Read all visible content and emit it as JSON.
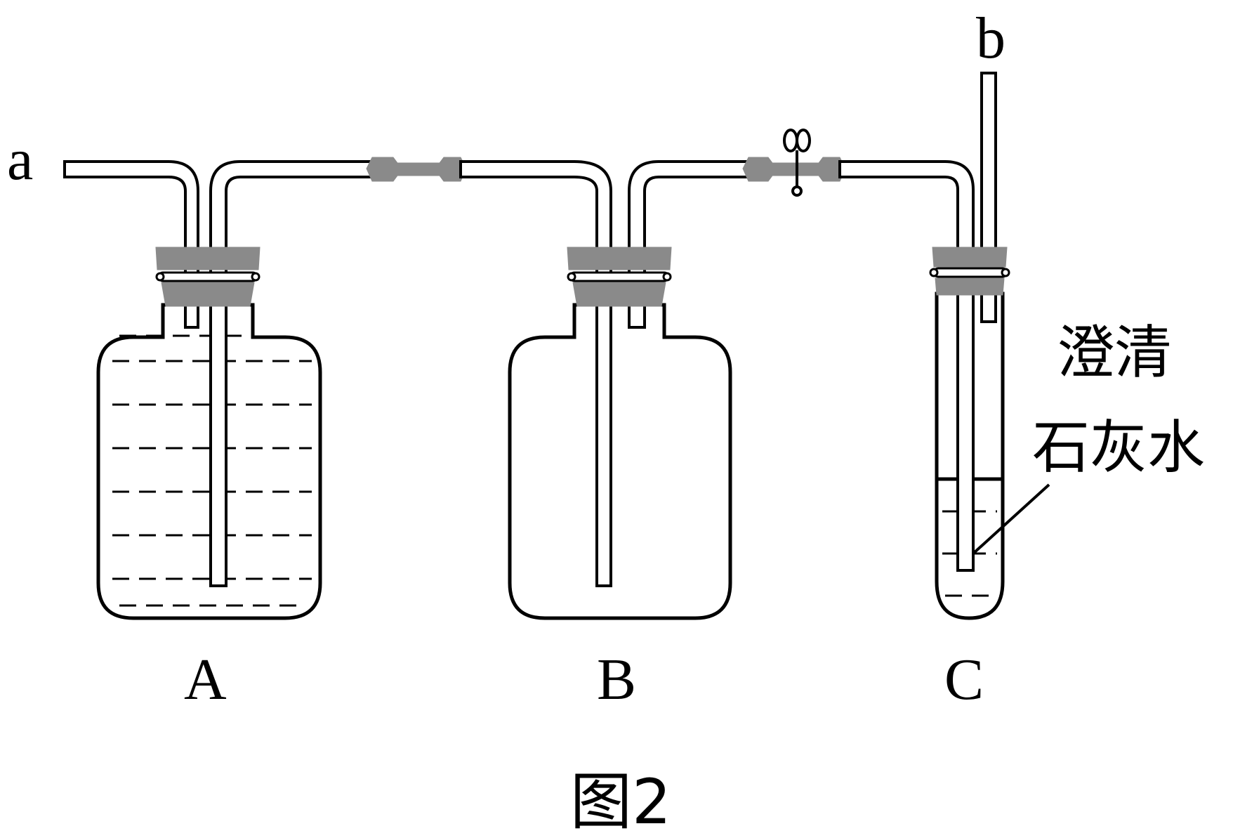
{
  "figure": {
    "caption": "图2",
    "inlet_label": "a",
    "outlet_label": "b",
    "vessels": [
      {
        "label": "A",
        "contents": "liquid"
      },
      {
        "label": "B",
        "contents": "empty"
      },
      {
        "label": "C",
        "contents": "liquid",
        "annotation_line1": "澄清",
        "annotation_line2": "石灰水"
      }
    ],
    "connectors": [
      {
        "name": "rubber-tube-joint-AB"
      },
      {
        "name": "rubber-tube-joint-BC",
        "clamp": "spring-clip"
      }
    ]
  }
}
